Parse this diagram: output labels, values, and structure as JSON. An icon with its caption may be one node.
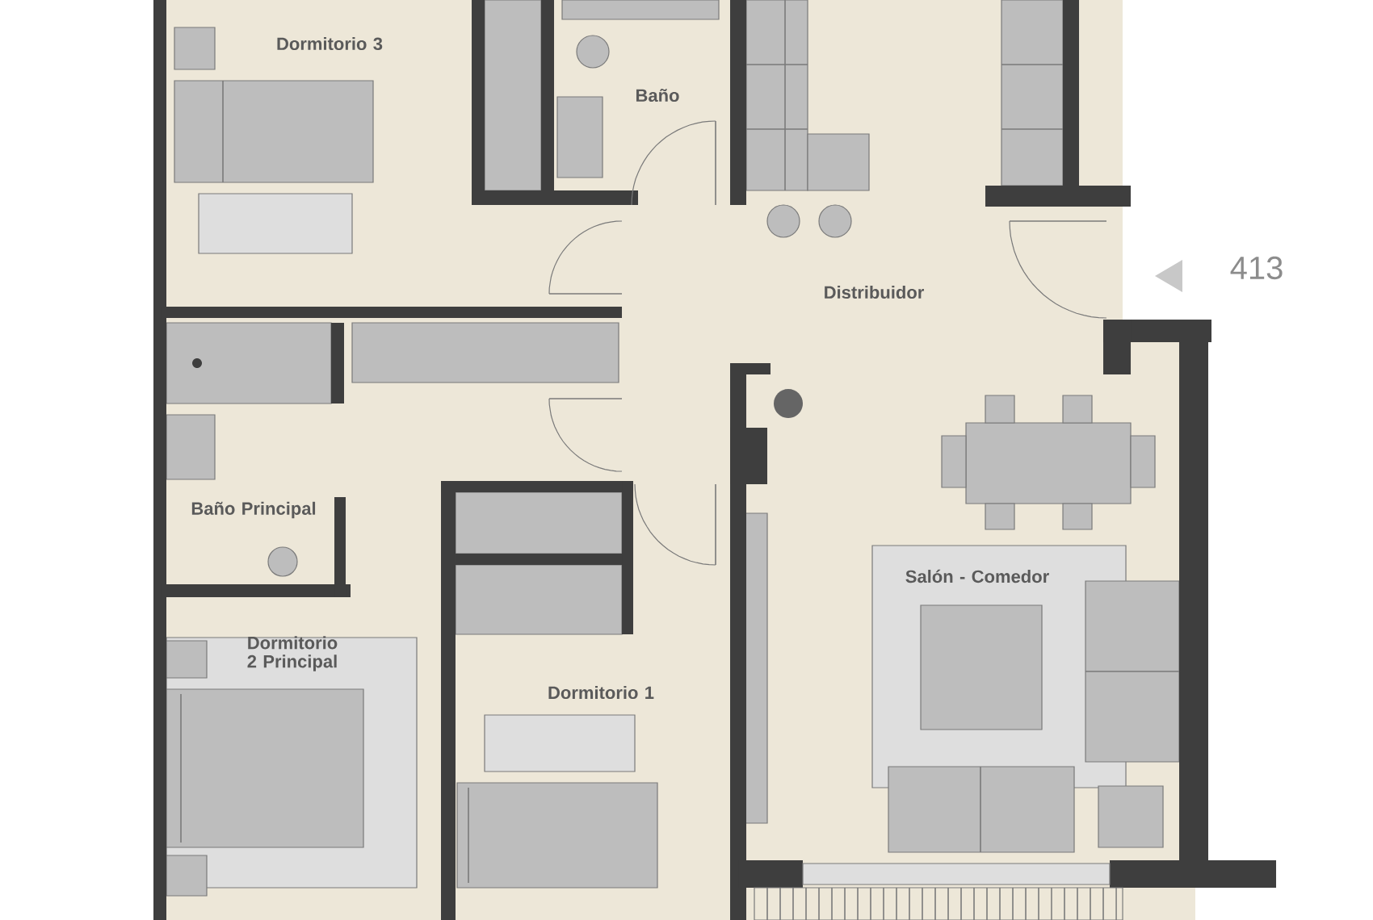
{
  "diagram": {
    "labels": [
      "Dormitorio 3",
      "Baño",
      "Distribuidor",
      "413",
      "Baño Principal",
      "Dormitorio 2 Principal",
      "Dormitorio 1",
      "Salón - Comedor"
    ]
  }
}
